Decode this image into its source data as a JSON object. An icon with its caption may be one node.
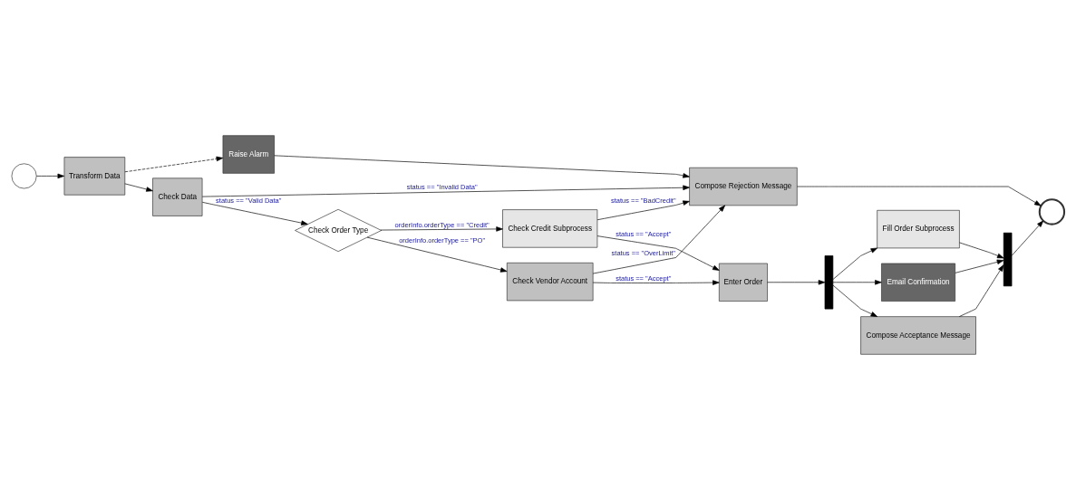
{
  "diagram": {
    "nodes": [
      {
        "text": [],
        "shape": "circle"
      },
      {
        "text": [
          "Transform Data"
        ]
      },
      {
        "text": [
          "Check Data"
        ]
      },
      {
        "text": [
          "Check Order Type"
        ]
      },
      {
        "text": [
          "Check Credit Subprocess"
        ]
      },
      {
        "text": [
          "Check Vendor Account"
        ]
      },
      {
        "text": [
          "Enter Order"
        ]
      },
      {
        "text": [],
        "shape": "bar"
      },
      {
        "text": [
          "Compose Acceptance Message"
        ]
      },
      {
        "text": [
          "Fill Order Subprocess"
        ]
      },
      {
        "text": [
          "Email Confirmation"
        ]
      },
      {
        "text": [],
        "shape": "bar"
      },
      {
        "text": [],
        "shape": "circle"
      },
      {
        "text": [
          "Raise Alarm"
        ]
      },
      {
        "text": [
          "Compose Rejection Message"
        ]
      }
    ],
    "edges": [
      {
        "from": 0,
        "to": 1,
        "arrow": "to"
      },
      {
        "from": 1,
        "to": 2,
        "arrow": "to"
      },
      {
        "from": 1,
        "to": 13,
        "arrow": "to",
        "style": "dashed"
      },
      {
        "from": 2,
        "to": 3,
        "arrow": "to",
        "label": "status == \"Valid Data\""
      },
      {
        "from": 2,
        "to": 14,
        "arrow": "to",
        "label": "status == \"Invalid Data\""
      },
      {
        "from": 3,
        "to": 4,
        "arrow": "to",
        "label": "orderInfo.orderType == \"Credit\""
      },
      {
        "from": 3,
        "to": 5,
        "arrow": "to",
        "label": "orderInfo.orderType == \"PO\""
      },
      {
        "from": 4,
        "to": 6,
        "arrow": "to",
        "label": "status == \"Accept\""
      },
      {
        "from": 4,
        "to": 14,
        "arrow": "to",
        "label": "status == \"BadCredit\""
      },
      {
        "from": 5,
        "to": 6,
        "arrow": "to",
        "label": "status == \"Accept\""
      },
      {
        "from": 5,
        "to": 14,
        "arrow": "to",
        "label": "status == \"OverLimit\""
      },
      {
        "from": 13,
        "to": 14,
        "arrow": "to"
      },
      {
        "from": 6,
        "to": 7,
        "arrow": "to"
      },
      {
        "from": 7,
        "to": 8,
        "arrow": "to"
      },
      {
        "from": 7,
        "to": 9,
        "arrow": "to"
      },
      {
        "from": 7,
        "to": 10,
        "arrow": "to"
      },
      {
        "from": 8,
        "to": 11,
        "arrow": "to"
      },
      {
        "from": 9,
        "to": 11,
        "arrow": "to"
      },
      {
        "from": 10,
        "to": 11,
        "arrow": "to"
      },
      {
        "from": 11,
        "to": 12,
        "arrow": "to"
      },
      {
        "from": 14,
        "to": 12,
        "arrow": "to"
      }
    ]
  }
}
